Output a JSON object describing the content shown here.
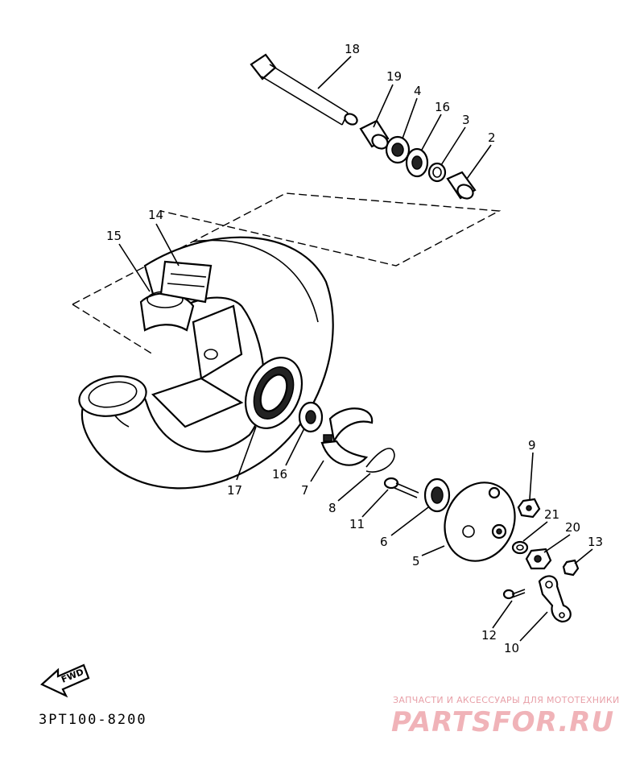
{
  "diagram": {
    "code": "3PT100-8200",
    "fwd_label": "FWD",
    "callouts": [
      {
        "id": "c18",
        "text": "18"
      },
      {
        "id": "c19",
        "text": "19"
      },
      {
        "id": "c4",
        "text": "4"
      },
      {
        "id": "c16a",
        "text": "16"
      },
      {
        "id": "c3",
        "text": "3"
      },
      {
        "id": "c2",
        "text": "2"
      },
      {
        "id": "c14",
        "text": "14"
      },
      {
        "id": "c15",
        "text": "15"
      },
      {
        "id": "c16b",
        "text": "16"
      },
      {
        "id": "c17",
        "text": "17"
      },
      {
        "id": "c7",
        "text": "7"
      },
      {
        "id": "c8",
        "text": "8"
      },
      {
        "id": "c11",
        "text": "11"
      },
      {
        "id": "c6",
        "text": "6"
      },
      {
        "id": "c5",
        "text": "5"
      },
      {
        "id": "c9",
        "text": "9"
      },
      {
        "id": "c21",
        "text": "21"
      },
      {
        "id": "c20",
        "text": "20"
      },
      {
        "id": "c13",
        "text": "13"
      },
      {
        "id": "c12",
        "text": "12"
      },
      {
        "id": "c10",
        "text": "10"
      }
    ]
  },
  "watermark": {
    "tagline": "ЗАПЧАСТИ И АКСЕССУАРЫ ДЛЯ МОТОТЕХНИКИ",
    "logo": "PARTSFOR.RU",
    "color": "#f0b3b8"
  }
}
